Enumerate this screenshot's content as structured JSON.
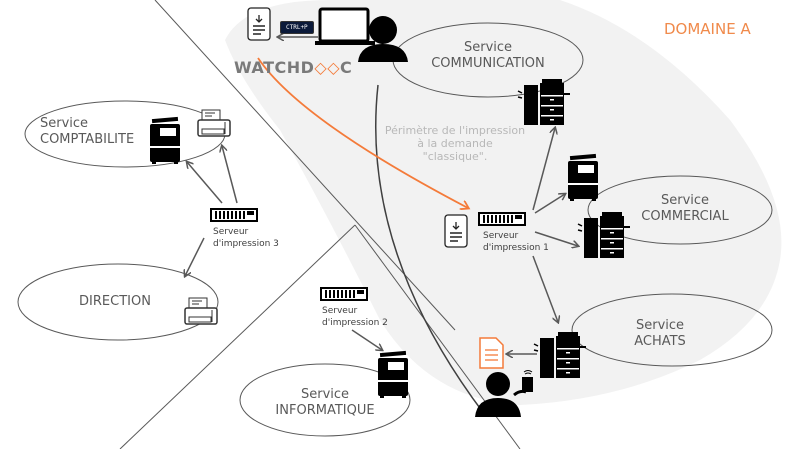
{
  "domain_label": "DOMAINE A",
  "logo": {
    "text_before": "WATCHD",
    "text_mark": "◇◇",
    "text_after": "C"
  },
  "shortcut": "CTRL+P",
  "perimetre": [
    "Périmètre de l'impression",
    "à la demande",
    "\"classique\"."
  ],
  "services": {
    "communication": [
      "Service",
      "COMMUNICATION"
    ],
    "comptabilite": [
      "Service",
      "COMPTABILITE"
    ],
    "direction": [
      "DIRECTION"
    ],
    "informatique": [
      "Service",
      "INFORMATIQUE"
    ],
    "commercial": [
      "Service",
      "COMMERCIAL"
    ],
    "achats": [
      "Service",
      "ACHATS"
    ]
  },
  "servers": {
    "s1": [
      "Serveur",
      "d'impression 1"
    ],
    "s2": [
      "Serveur",
      "d'impression 2"
    ],
    "s3": [
      "Serveur",
      "d'impression 3"
    ]
  },
  "colors": {
    "accent": "#f47b3a",
    "domain_bg": "#f2f2f2",
    "line": "#595959"
  }
}
